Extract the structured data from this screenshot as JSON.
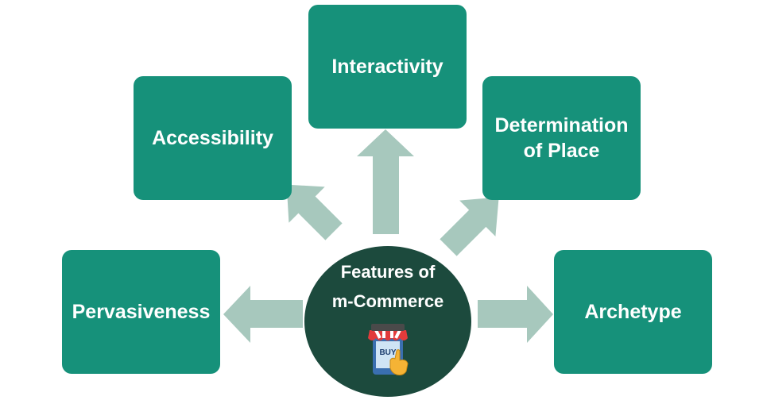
{
  "center": {
    "line1": "Features of",
    "line2": "m-Commerce",
    "icon": "shop-buy-icon",
    "icon_text": "BUY"
  },
  "features": {
    "interactivity": "Interactivity",
    "accessibility": "Accessibility",
    "determination": "Determination of Place",
    "pervasiveness": "Pervasiveness",
    "archetype": "Archetype"
  },
  "colors": {
    "box": "#16917a",
    "center": "#1c4a3d",
    "arrow": "#a7c8bd",
    "text": "#ffffff"
  }
}
